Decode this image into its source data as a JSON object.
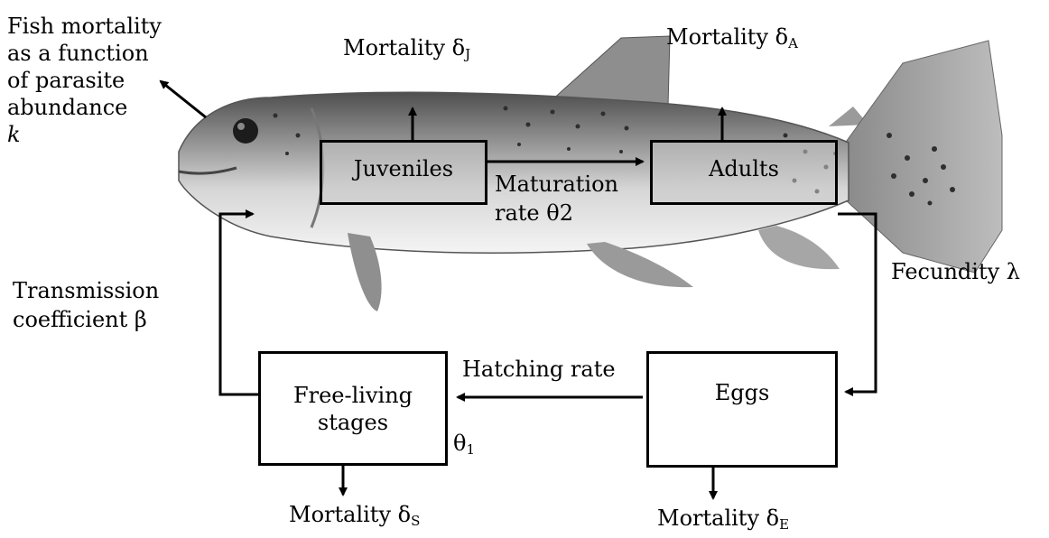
{
  "nodes": {
    "juveniles": "Juveniles",
    "adults": "Adults",
    "eggs": "Eggs",
    "free_living_line1": "Free-living",
    "free_living_line2": "stages"
  },
  "labels": {
    "fish_mortality_lines": [
      "Fish mortality",
      "as a function",
      "of parasite",
      "abundance"
    ],
    "fish_mortality_k": "k",
    "mortality_j": "Mortality δ",
    "mortality_j_sub": "J",
    "mortality_a": "Mortality δ",
    "mortality_a_sub": "A",
    "mortality_s": "Mortality δ",
    "mortality_s_sub": "S",
    "mortality_e": "Mortality δ",
    "mortality_e_sub": "E",
    "maturation_line1": "Maturation",
    "maturation_line2": "rate θ2",
    "fecundity": "Fecundity λ",
    "transmission_line1": "Transmission",
    "transmission_line2": "coefficient β",
    "hatching": "Hatching rate",
    "hatching_theta": "θ",
    "hatching_theta_sub": "1"
  },
  "colors": {
    "line": "#000000",
    "fish_dark": "#5a5a5a",
    "fish_mid": "#9a9a9a",
    "fish_light": "#d4d4d4",
    "fish_belly": "#f2f2f2"
  }
}
